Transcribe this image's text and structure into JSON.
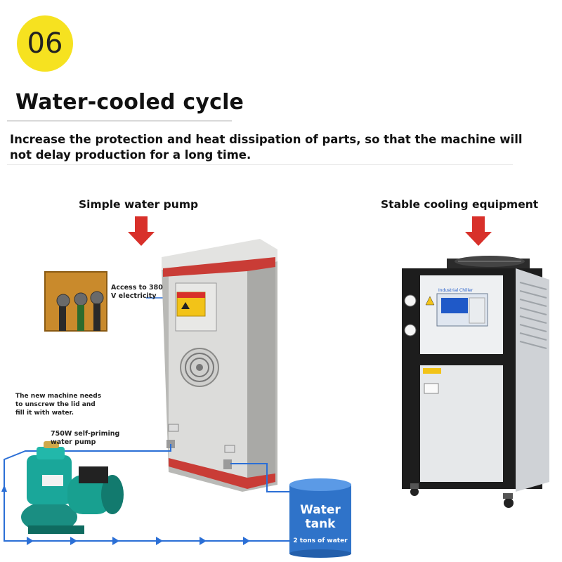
{
  "badge": {
    "number": "06"
  },
  "heading": {
    "title": "Water-cooled cycle",
    "subtitle": "Increase the protection and heat dissipation of parts, so that the machine will not delay production for a long time."
  },
  "left_panel": {
    "caption": "Simple water pump",
    "electricity_label_line1": "Access to 380",
    "electricity_label_line2": "V electricity",
    "lid_note_line1": "The new machine needs",
    "lid_note_line2": "to unscrew the lid and",
    "lid_note_line3": "fill it with water.",
    "pump_label_line1": "750W self-priming",
    "pump_label_line2": "water pump",
    "tank_label_line1": "Water",
    "tank_label_line2": "tank",
    "tank_capacity": "2 tons of water"
  },
  "right_panel": {
    "caption": "Stable cooling equipment",
    "display_title": "Industrial Chiller"
  },
  "colors": {
    "badge": "#f6e220",
    "arrow_red": "#d8302a",
    "pipe_blue": "#2b6fd6",
    "tank_blue": "#2f73c9",
    "pump_green": "#1aa79a"
  }
}
